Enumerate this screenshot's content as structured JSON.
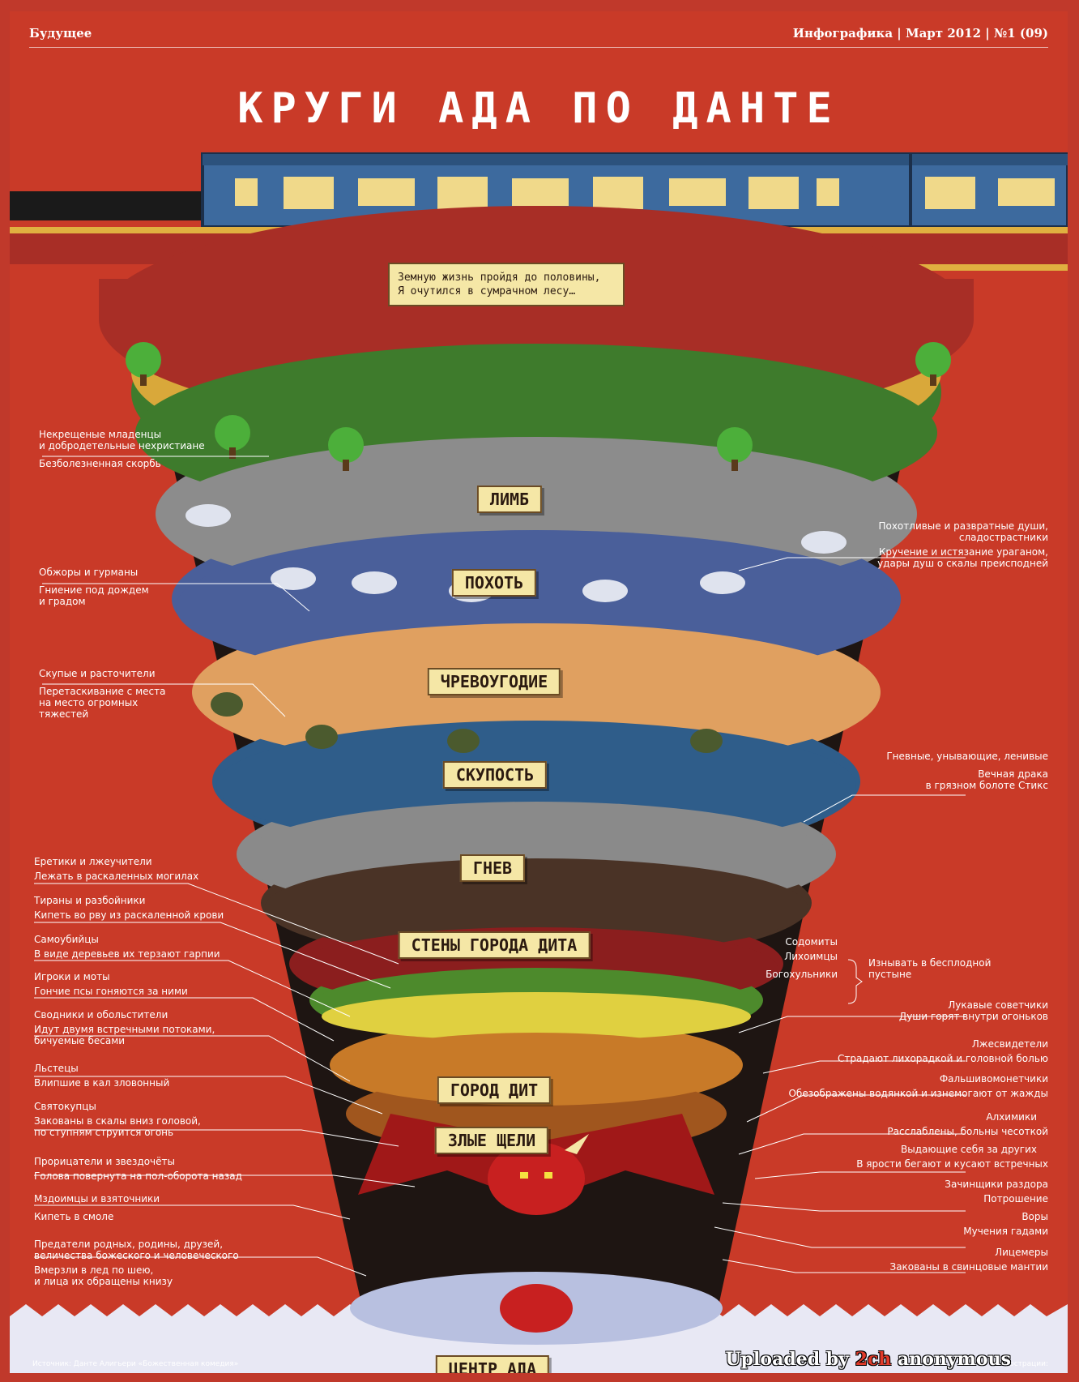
{
  "header": {
    "section": "Будущее",
    "issue": "Инфографика | Март 2012 | №1 (09)"
  },
  "title": "КРУГИ АДА ПО ДАНТЕ",
  "quote": {
    "line1": "Земную жизнь пройдя до половины,",
    "line2": "Я очутился в сумрачном лесу…"
  },
  "circles": [
    {
      "name": "ЛИМБ",
      "color": "#3e7b2c",
      "labels": [
        "Некрещеные младенцы",
        "и добродетельные нехристиане"
      ],
      "punishment": "Безболезненная скорбь"
    },
    {
      "name": "ПОХОТЬ",
      "color": "#8c8c8c",
      "labels": [
        "Похотливые и развратные души,",
        "сладострастники"
      ],
      "punishment_lines": [
        "Кручение и истязание ураганом,",
        "удары душ о скалы преисподней"
      ]
    },
    {
      "name": "ЧРЕВОУГОДИЕ",
      "color": "#4a5f9a",
      "labels": [
        "Обжоры и гурманы"
      ],
      "punishment_lines": [
        "Гниение под дождем",
        "и градом"
      ]
    },
    {
      "name": "СКУПОСТЬ",
      "color": "#e0a060",
      "labels": [
        "Скупые и расточители"
      ],
      "punishment_lines": [
        "Перетаскивание с места",
        "на место огромных",
        "тяжестей"
      ]
    },
    {
      "name": "ГНЕВ",
      "color": "#2f5d8a",
      "labels": [
        "Гневные, унывающие, ленивые"
      ],
      "punishment_lines": [
        "Вечная драка",
        "в грязном болоте Стикс"
      ]
    },
    {
      "name": "СТЕНЫ ГОРОДА  ДИТА",
      "color": "#8a8a8a"
    },
    {
      "name": "ГОРОД ДИТ",
      "color": "#4d8a2c"
    },
    {
      "name": "ЗЛЫЕ ЩЕЛИ",
      "color": "#c87a28"
    },
    {
      "name": "ЦЕНТР АДА",
      "color": "#c0c8e0"
    }
  ],
  "left_labels": [
    {
      "title": "Еретики и лжеучители",
      "desc": [
        "Лежать в раскаленных могилах"
      ]
    },
    {
      "title": "Тираны и разбойники",
      "desc": [
        "Кипеть во рву из раскаленной крови"
      ]
    },
    {
      "title": "Самоубийцы",
      "desc": [
        "В виде деревьев их терзают гарпии"
      ]
    },
    {
      "title": "Игроки и моты",
      "desc": [
        "Гончие псы гоняются за ними"
      ]
    },
    {
      "title": "Сводники и обольстители",
      "desc": [
        "Идут двумя встречными потоками,",
        "бичуемые бесами"
      ]
    },
    {
      "title": "Льстецы",
      "desc": [
        "Влипшие в кал зловонный"
      ]
    },
    {
      "title": "Святокупцы",
      "desc": [
        "Закованы в скалы вниз головой,",
        "по ступням струится огонь"
      ]
    },
    {
      "title": "Прорицатели и звездочёты",
      "desc": [
        "Голова повернута на пол-оборота назад"
      ]
    },
    {
      "title": "Мздоимцы и взяточники",
      "desc": [
        "Кипеть в смоле"
      ]
    },
    {
      "title_lines": [
        "Предатели родных, родины, друзей,",
        "величества божеского и человеческого"
      ],
      "desc": [
        "Вмерзли в лед по шею,",
        "и лица их обращены книзу"
      ]
    }
  ],
  "right_labels": {
    "bracket_items": [
      "Содомиты",
      "Лихоимцы",
      "Богохульники"
    ],
    "bracket_desc": [
      "Изнывать в бесплодной",
      "пустыне"
    ],
    "items": [
      {
        "title": "Лукавые советчики",
        "desc": "Души горят внутри огоньков"
      },
      {
        "title": "Лжесвидетели",
        "desc": "Страдают лихорадкой и головной болью"
      },
      {
        "title": "Фальшивомонетчики",
        "desc": "Обезображены  водянкой и изнемогают от жажды"
      },
      {
        "title": "Алхимики",
        "desc": "Расслаблены, больны чесоткой"
      },
      {
        "title": "Выдающие себя за других",
        "desc": "В ярости бегают и кусают встречных"
      },
      {
        "title": "Зачинщики раздора",
        "desc": "Потрошение"
      },
      {
        "title": "Воры",
        "desc": "Мучения гадами"
      },
      {
        "title": "Лицемеры",
        "desc": "Закованы в свинцовые мантии"
      }
    ]
  },
  "footer": {
    "source": "Источник: Данте Алигьери «Божественная комедия»",
    "credit": "Иллюстрации:",
    "watermark_pre": "Uploaded by ",
    "watermark_hl": "2ch",
    "watermark_post": " anonymous"
  },
  "colors": {
    "background": "#c93a28",
    "banner": "#f5e7a6",
    "train": "#3d6a9e",
    "platform": "#a82e26"
  }
}
